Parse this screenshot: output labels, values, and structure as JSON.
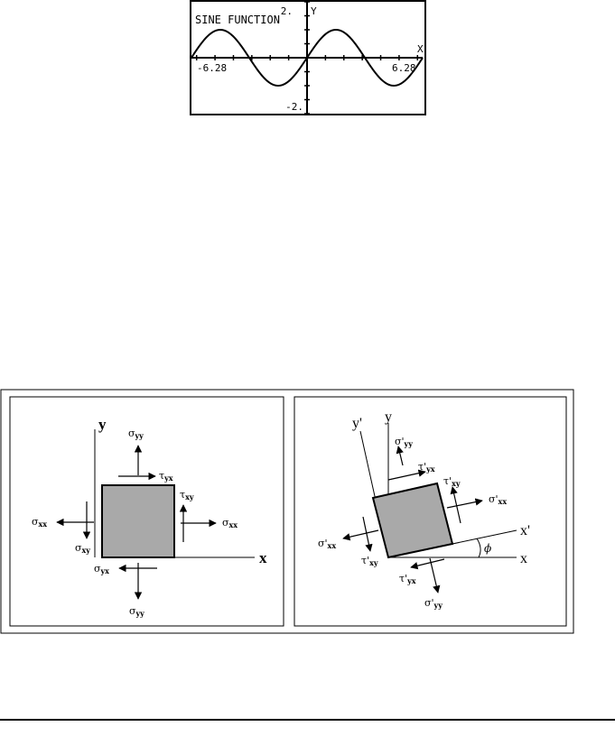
{
  "calculator": {
    "title": "SINE FUNCTION",
    "y_axis_label": "Y",
    "x_axis_label": "X",
    "y_max_label": "2.",
    "y_min_label": "-2.",
    "x_min_label": "-6.28",
    "x_max_label": "6.28",
    "xlim": [
      -6.28,
      6.28
    ],
    "ylim": [
      -2,
      2
    ]
  },
  "chart_data": {
    "type": "line",
    "title": "SINE FUNCTION",
    "xlabel": "X",
    "ylabel": "Y",
    "xlim": [
      -6.28,
      6.28
    ],
    "ylim": [
      -2,
      2
    ],
    "x": [
      -6.28,
      -5.5,
      -4.71,
      -3.93,
      -3.14,
      -2.36,
      -1.57,
      -0.79,
      0,
      0.79,
      1.57,
      2.36,
      3.14,
      3.93,
      4.71,
      5.5,
      6.28
    ],
    "y": [
      0,
      0.71,
      1,
      0.71,
      0,
      -0.71,
      -1,
      -0.71,
      0,
      0.71,
      1,
      0.71,
      0,
      -0.71,
      -1,
      -0.71,
      0
    ]
  },
  "left_panel": {
    "axis_x": "x",
    "axis_y": "y",
    "sigma": "σ",
    "tau": "τ",
    "sub_yy": "yy",
    "sub_yx": "yx",
    "sub_xy": "xy",
    "sub_xx": "xx",
    "element_color": "#a9a9a9"
  },
  "right_panel": {
    "axis_x": "x",
    "axis_y": "y",
    "axis_x_prime": "x'",
    "axis_y_prime": "y'",
    "angle": "ϕ",
    "sigma_prime": "σ'",
    "tau_prime": "τ'",
    "sub_yy": "yy",
    "sub_yx": "yx",
    "sub_xy": "xy",
    "sub_xx": "xx",
    "element_color": "#a9a9a9"
  }
}
